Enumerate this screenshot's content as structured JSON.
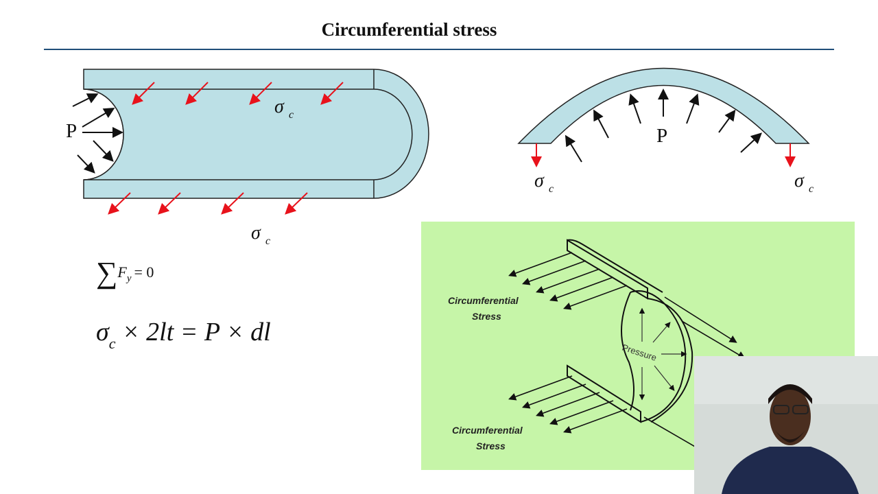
{
  "slide": {
    "title": "Circumferential stress"
  },
  "diagram_left": {
    "pressure_label": "P",
    "stress_symbol": "σ",
    "stress_subscript": "c"
  },
  "diagram_right": {
    "pressure_label": "P",
    "stress_symbol": "σ",
    "stress_subscript": "c"
  },
  "equations": {
    "sum_symbol": "∑",
    "sum_term": "F",
    "sum_subscript": "y",
    "sum_rhs": "= 0",
    "main_lhs_symbol": "σ",
    "main_lhs_subscript": "c",
    "main_rest": "× 2lt = P × dl"
  },
  "green_figure": {
    "label_top": [
      "Circumferential",
      "Stress"
    ],
    "label_bottom": [
      "Circumferential",
      "Stress"
    ],
    "pressure_label": "Pressure"
  },
  "colors": {
    "pipe_fill": "#bce0e6",
    "arrow_red": "#e8121b",
    "green_bg": "#c6f5a8",
    "rule": "#1f4e79"
  }
}
